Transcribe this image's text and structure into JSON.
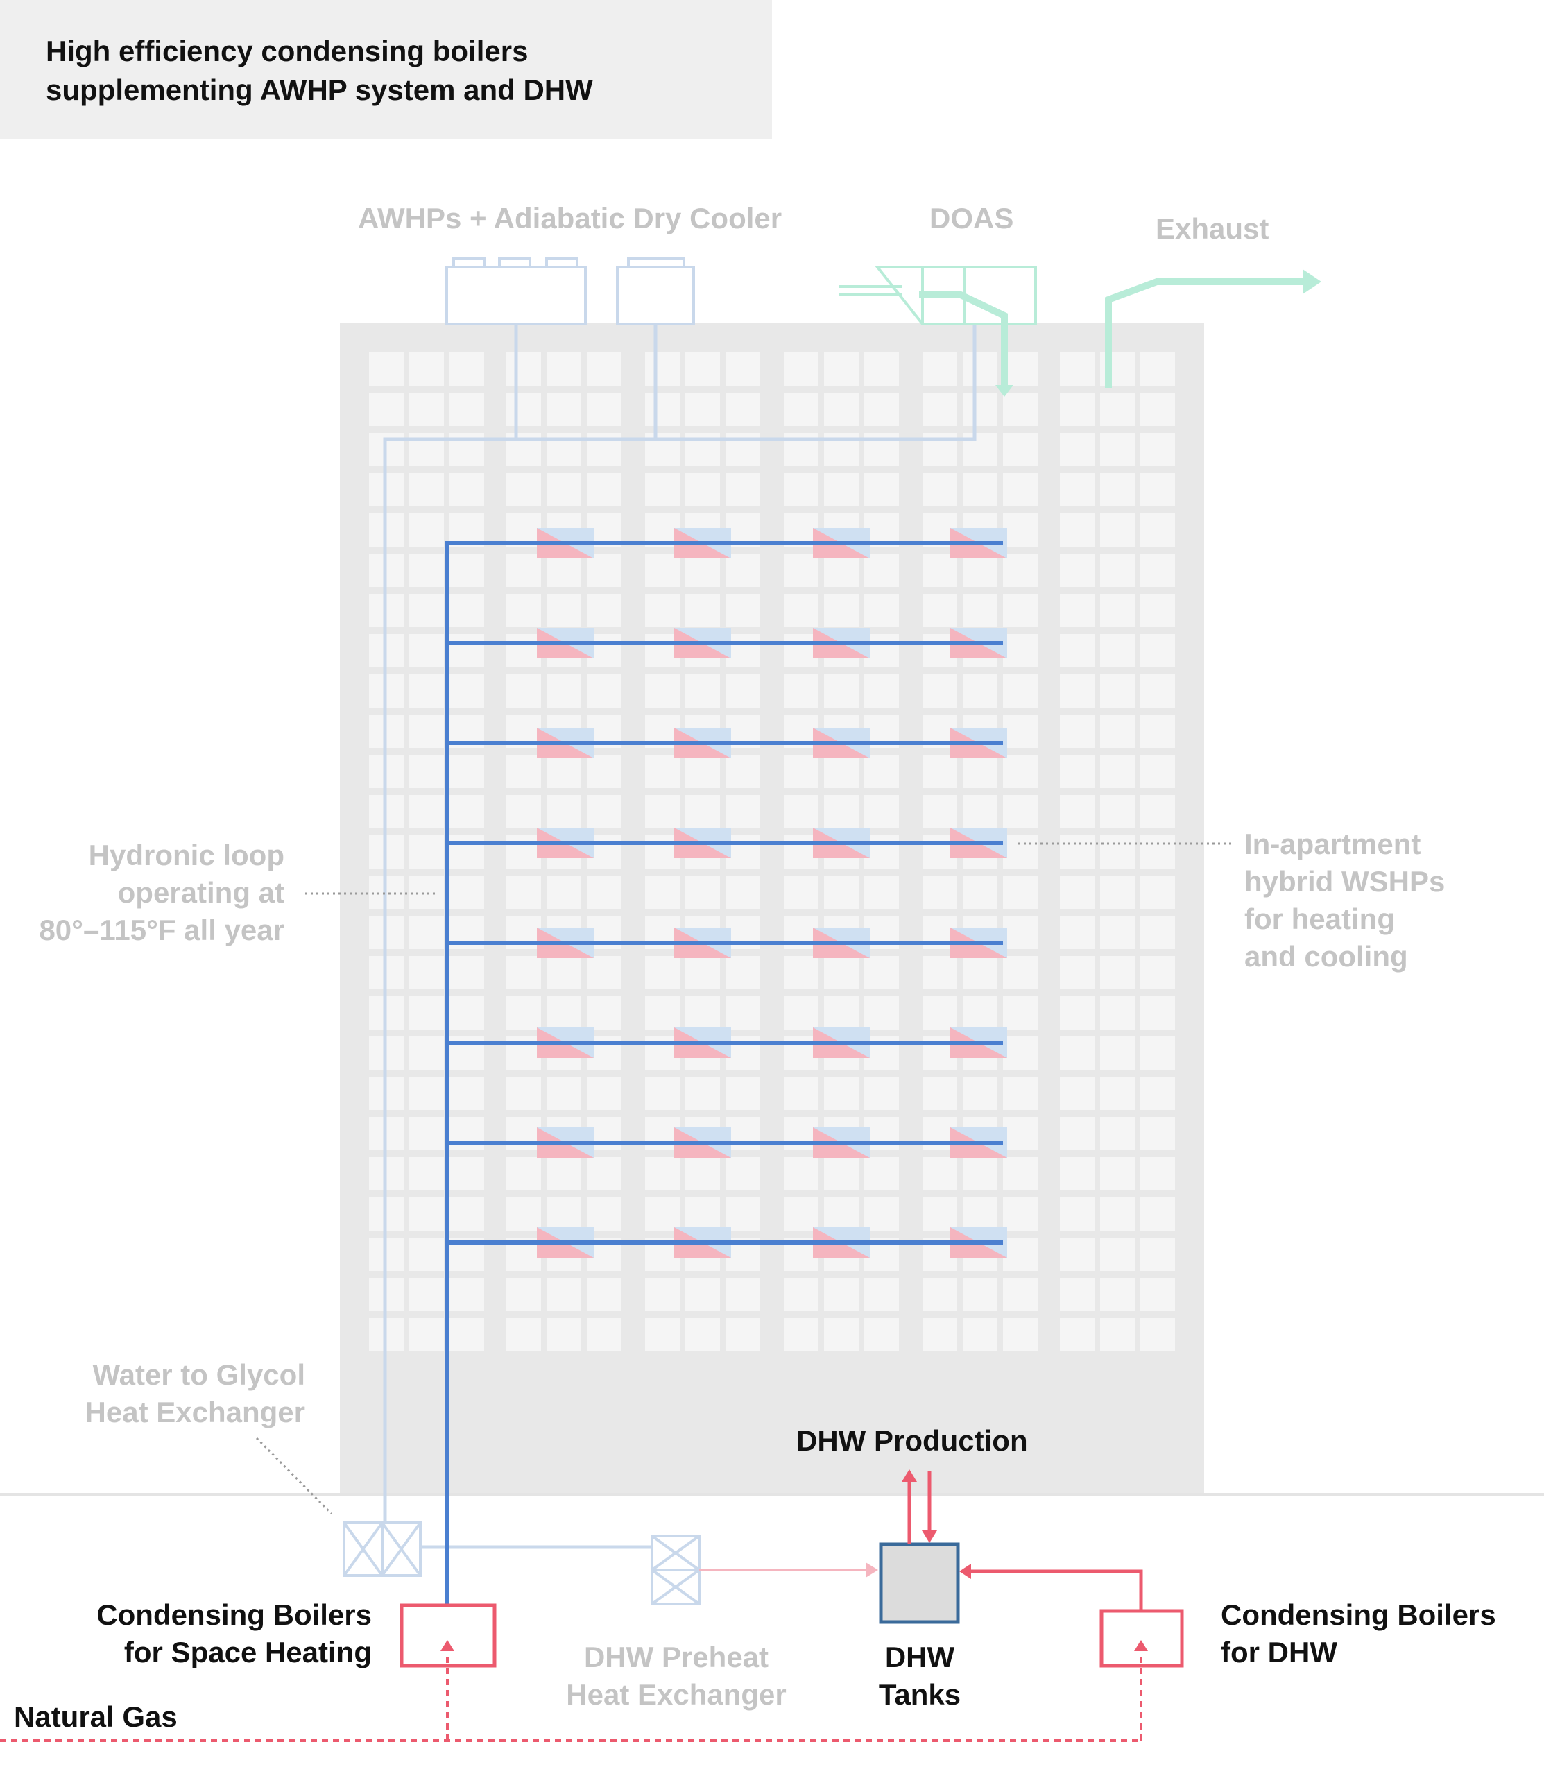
{
  "title": "High efficiency condensing boilers\nsupplementing AWHP system and DHW",
  "labels": {
    "awhp": "AWHPs + Adiabatic Dry Cooler",
    "doas": "DOAS",
    "exhaust": "Exhaust",
    "hydronic_loop": "Hydronic loop\noperating at\n80°–115°F all year",
    "wshp": "In-apartment\nhybrid WSHPs\nfor heating\nand cooling",
    "glycol_hx": "Water to Glycol\nHeat Exchanger",
    "dhw_production": "DHW Production",
    "boilers_space": "Condensing Boilers\nfor Space Heating",
    "dhw_preheat": "DHW Preheat\nHeat Exchanger",
    "dhw_tanks": "DHW\nTanks",
    "boilers_dhw": "Condensing Boilers\nfor DHW",
    "natural_gas": "Natural Gas"
  },
  "colors": {
    "header_bg": "#efefef",
    "building": "#e8e8e8",
    "window": "#f5f5f5",
    "hydronic_blue": "#4a7fd0",
    "light_blue": "#c9d8eb",
    "red": "#ec5a6e",
    "light_red": "#f5b5bf",
    "mint": "#b8ecd8",
    "tank_fill": "#dcdcdc",
    "tank_stroke": "#3a6a9a",
    "muted_text": "#c4c4c4",
    "dark_text": "#111111"
  }
}
